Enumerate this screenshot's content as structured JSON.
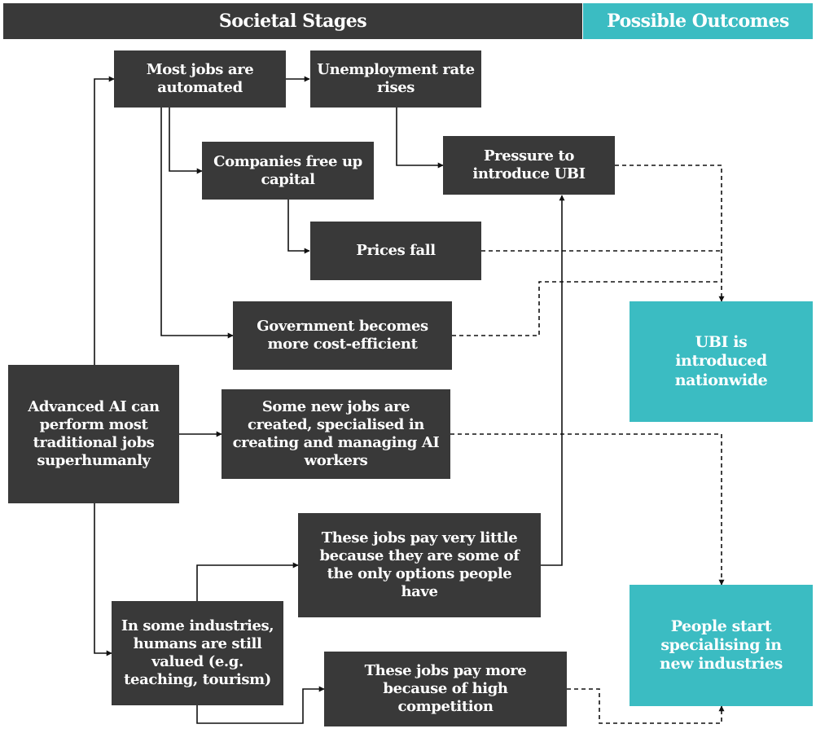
{
  "header": {
    "stages": "Societal Stages",
    "outcomes": "Possible Outcomes"
  },
  "nodes": {
    "most_jobs_automated": "Most jobs are automated",
    "unemployment_rises": "Unemployment rate rises",
    "companies_free_capital": "Companies free up capital",
    "pressure_ubi": "Pressure to introduce UBI",
    "prices_fall": "Prices fall",
    "government_efficient": "Government becomes more cost-efficient",
    "advanced_ai": "Advanced AI can perform most traditional jobs superhumanly",
    "new_jobs": "Some new jobs are created, specialised in creating and managing AI workers",
    "jobs_pay_little": "These jobs pay very little because they are some of the only options people have",
    "humans_valued": "In some industries, humans are still valued (e.g. teaching, tourism)",
    "jobs_pay_more": "These jobs pay more because of high competition"
  },
  "outcomes": {
    "ubi_introduced": "UBI is introduced nationwide",
    "new_industries": "People start specialising in new industries"
  },
  "colors": {
    "dark": "#393939",
    "teal": "#3bbcc2"
  }
}
